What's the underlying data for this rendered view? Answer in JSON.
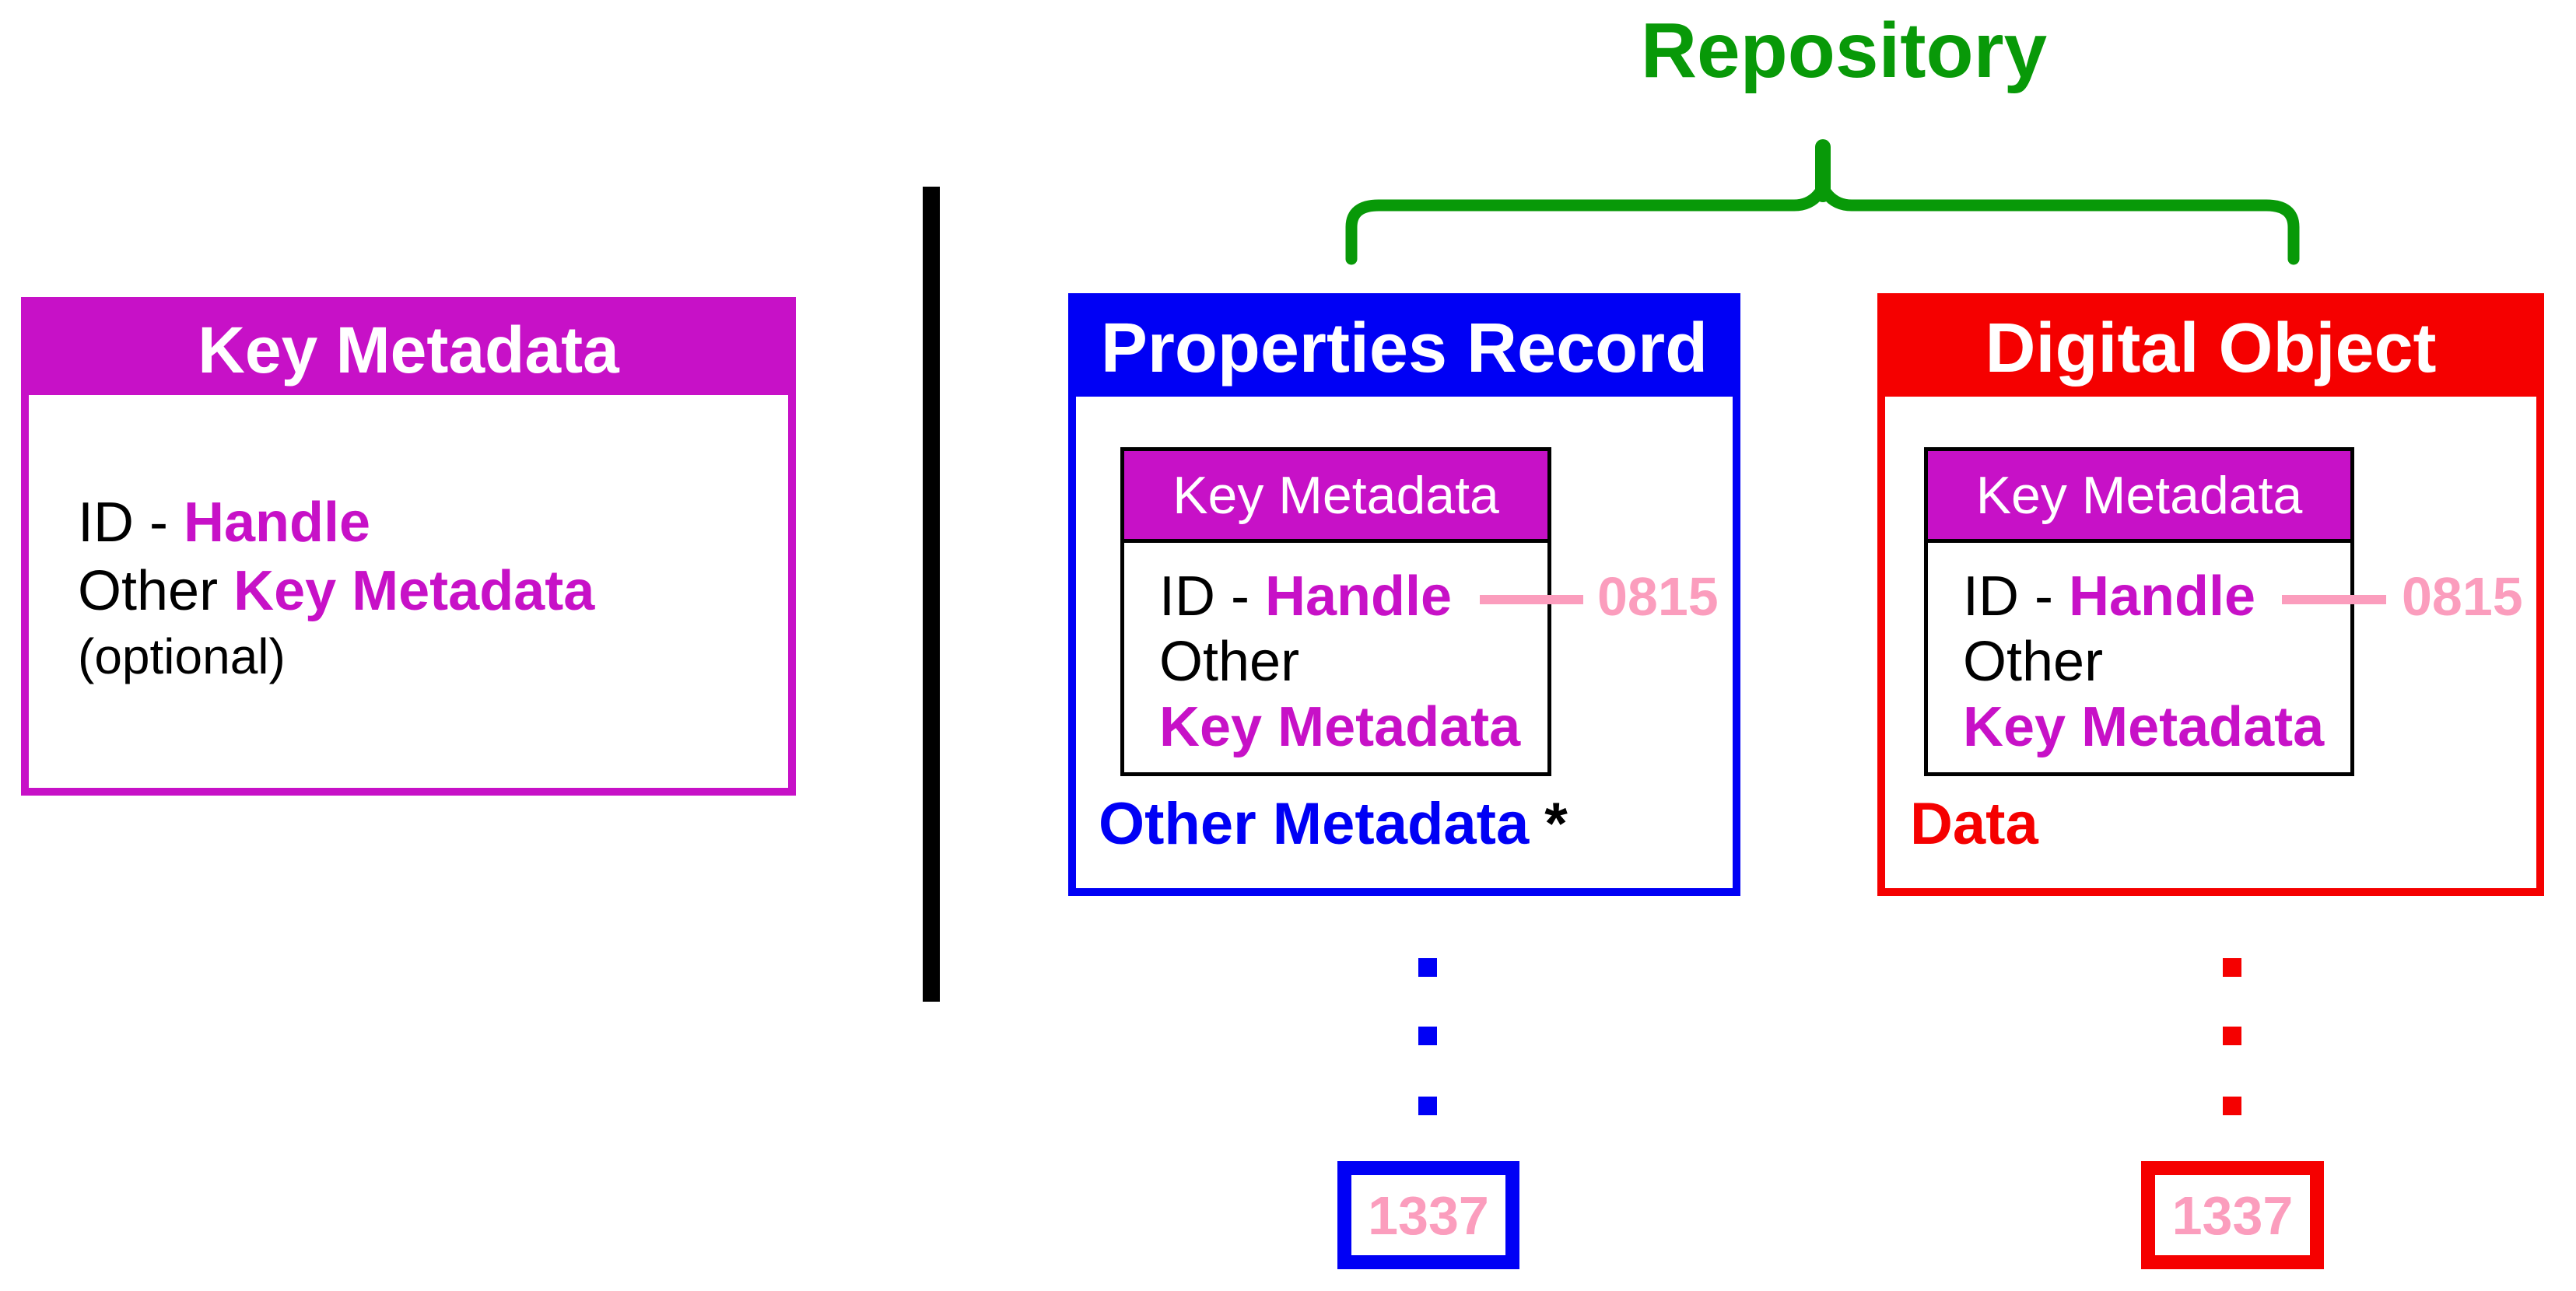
{
  "colors": {
    "green": "#089908",
    "blue": "#0000F5",
    "red": "#F50000",
    "magenta": "#C711C7",
    "pink": "#FB9DBD",
    "black": "#000000",
    "white": "#FFFFFF"
  },
  "repository": {
    "label": "Repository"
  },
  "left_box": {
    "header": "Key Metadata",
    "line1": {
      "prefix": "ID - ",
      "accent": "Handle"
    },
    "line2": {
      "prefix": "Other ",
      "accent": "Key Metadata"
    },
    "line3": "(optional)"
  },
  "properties_record": {
    "header": "Properties Record",
    "inner": {
      "header": "Key Metadata",
      "line1": {
        "prefix": "ID - ",
        "accent": "Handle"
      },
      "line2": "Other",
      "line3": "Key Metadata"
    },
    "handle_value": "0815",
    "footer": {
      "accent": "Other Metadata",
      "suffix": "*"
    },
    "leaf_value": "1337"
  },
  "digital_object": {
    "header": "Digital Object",
    "inner": {
      "header": "Key Metadata",
      "line1": {
        "prefix": "ID - ",
        "accent": "Handle"
      },
      "line2": "Other",
      "line3": "Key Metadata"
    },
    "handle_value": "0815",
    "footer": "Data",
    "leaf_value": "1337"
  }
}
